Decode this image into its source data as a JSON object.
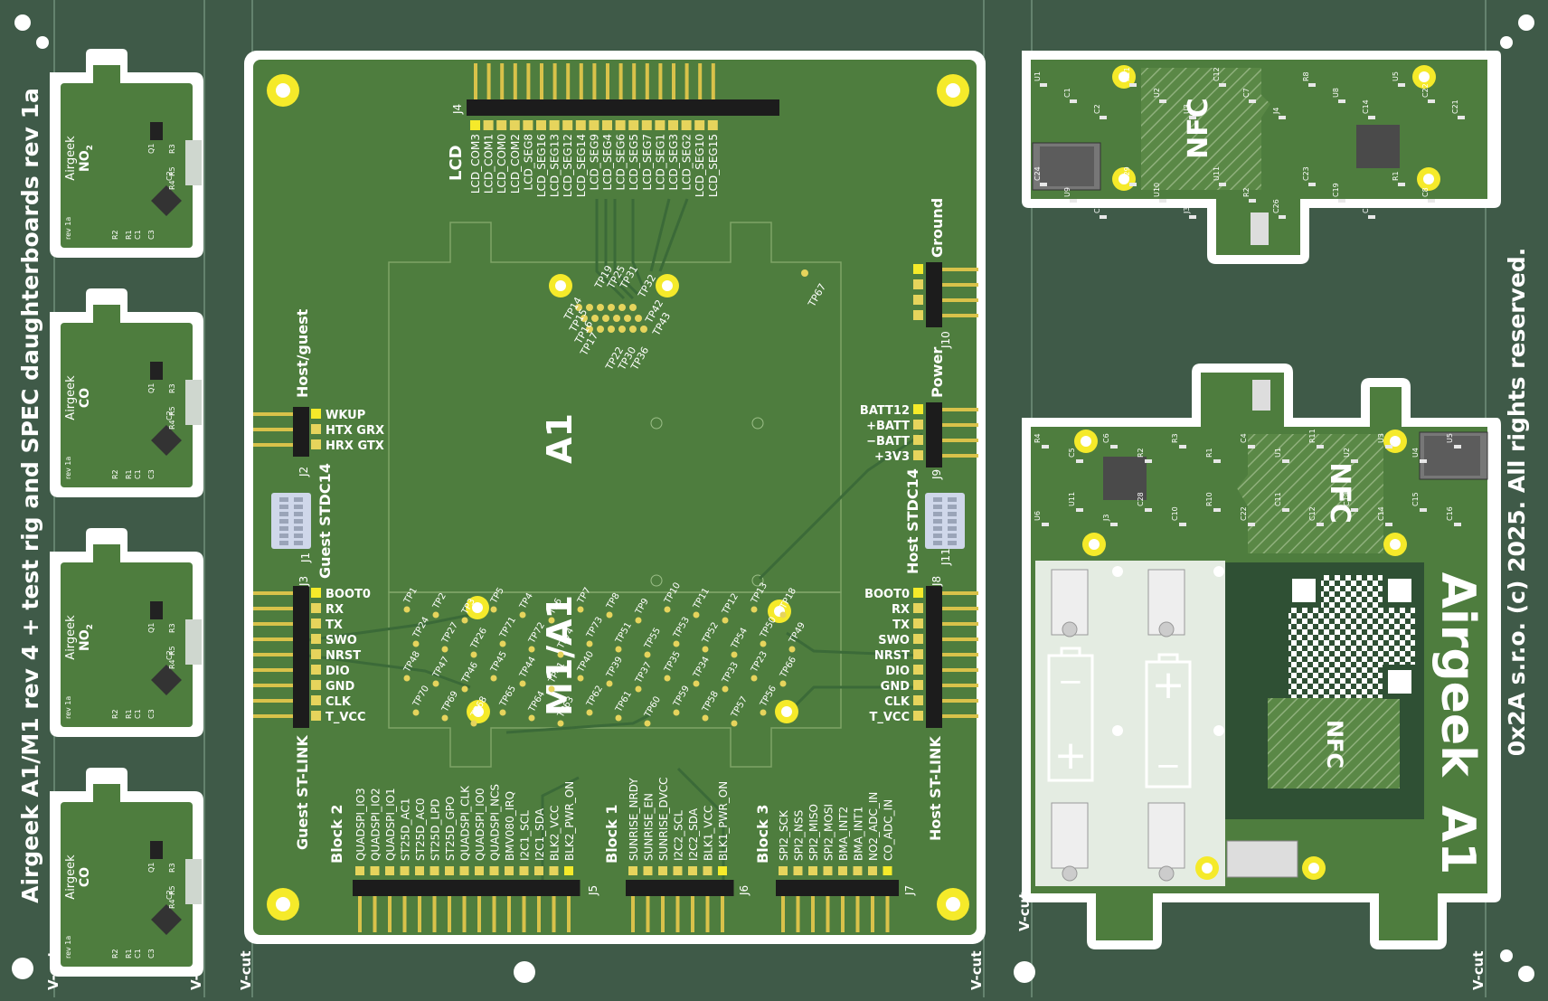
{
  "colors": {
    "panel": "#3f5a48",
    "board": "#4e7d3e",
    "board_dark": "#2f5034",
    "silk": "#ffffff",
    "gold": "#d9c24a",
    "via_yellow": "#f5ea2a",
    "header_black": "#1c1c1c",
    "trace": "#3b6a38"
  },
  "panel": {
    "title": "Airgeek A1/M1 rev 4 + test rig and SPEC daughterboards rev 1a",
    "copyright": "0x2A s.r.o. (c) 2025. All rights reserved.",
    "vcut_label": "V-cut"
  },
  "daughterboards": [
    {
      "brand": "Airgeek",
      "gas": "NO",
      "sub": "2",
      "rev": "rev 1a",
      "labels": [
        "Q1",
        "R3",
        "R5",
        "R4",
        "R2",
        "R1",
        "C1",
        "C2",
        "C3"
      ]
    },
    {
      "brand": "Airgeek",
      "gas": "CO",
      "sub": "",
      "rev": "rev 1a",
      "labels": [
        "Q1",
        "R3",
        "R5",
        "R4",
        "R2",
        "R1",
        "C1",
        "C2",
        "C3"
      ]
    },
    {
      "brand": "Airgeek",
      "gas": "NO",
      "sub": "2",
      "rev": "rev 1a",
      "labels": [
        "Q1",
        "R3",
        "R5",
        "R4",
        "R2",
        "R1",
        "C1",
        "C2",
        "C3"
      ]
    },
    {
      "brand": "Airgeek",
      "gas": "CO",
      "sub": "",
      "rev": "rev 1a",
      "labels": [
        "Q1",
        "R3",
        "R5",
        "R4",
        "R2",
        "R1",
        "C1",
        "C2",
        "C3"
      ]
    }
  ],
  "test_rig": {
    "a1_label": "A1",
    "m1a1_label": "M1/A1",
    "lcd": {
      "title": "LCD",
      "ref": "J4",
      "pins": [
        "LCD_COM3",
        "LCD_COM1",
        "LCD_COM0",
        "LCD_COM2",
        "LCD_SEG8",
        "LCD_SEG16",
        "LCD_SEG13",
        "LCD_SEG12",
        "LCD_SEG14",
        "LCD_SEG9",
        "LCD_SEG4",
        "LCD_SEG6",
        "LCD_SEG5",
        "LCD_SEG7",
        "LCD_SEG1",
        "LCD_SEG3",
        "LCD_SEG2",
        "LCD_SEG10",
        "LCD_SEG15"
      ]
    },
    "ground": {
      "title": "Ground",
      "ref": "J10"
    },
    "power": {
      "title": "Power",
      "ref": "J9",
      "pins": [
        "BATT12",
        "+BATT",
        "−BATT",
        "+3V3"
      ]
    },
    "host_guest": {
      "title": "Host/guest",
      "ref": "J2",
      "pins": [
        "WKUP",
        "HTX GRX",
        "HRX GTX"
      ]
    },
    "guest_stdc14": {
      "title": "Guest STDC14",
      "ref": "J1"
    },
    "host_stdc14": {
      "title": "Host STDC14",
      "ref": "J11"
    },
    "guest_stlink": {
      "title": "Guest ST-LINK",
      "ref": "J3",
      "pins": [
        "BOOT0",
        "RX",
        "TX",
        "SWO",
        "NRST",
        "DIO",
        "GND",
        "CLK",
        "T_VCC"
      ]
    },
    "host_stlink": {
      "title": "Host ST-LINK",
      "ref": "J8",
      "pins": [
        "BOOT0",
        "RX",
        "TX",
        "SWO",
        "NRST",
        "DIO",
        "GND",
        "CLK",
        "T_VCC"
      ]
    },
    "block2": {
      "title": "Block 2",
      "ref": "J5",
      "pins": [
        "QUADSPI_IO3",
        "QUADSPI_IO2",
        "QUADSPI_IO1",
        "ST25D_AC1",
        "ST25D_AC0",
        "ST25D_LPD",
        "ST25D_GPO",
        "QUADSPI_CLK",
        "QUADSPI_IO0",
        "QUADSPI_NCS",
        "BMV080_IRQ",
        "I2C1_SCL",
        "I2C1_SDA",
        "BLK2_VCC",
        "BLK2_PWR_ON"
      ]
    },
    "block1": {
      "title": "Block 1",
      "ref": "J6",
      "pins": [
        "SUNRISE_NRDY",
        "SUNRISE_EN",
        "SUNRISE_DVCC",
        "I2C2_SCL",
        "I2C2_SDA",
        "BLK1_VCC",
        "BLK1_PWR_ON"
      ]
    },
    "block3": {
      "title": "Block 3",
      "ref": "J7",
      "pins": [
        "SPI2_SCK",
        "SPI2_NSS",
        "SPI2_MISO",
        "SPI2_MOSI",
        "BMA_INT2",
        "BMA_INT1",
        "NO2_ADC_IN",
        "CO_ADC_IN"
      ]
    },
    "testpoints_top": [
      "TP14",
      "TP15",
      "TP16",
      "TP17",
      "TP19",
      "TP25",
      "TP31",
      "TP22",
      "TP30",
      "TP36",
      "TP32",
      "TP42",
      "TP43",
      "TP67"
    ],
    "testpoints_bottom": [
      "TP1",
      "TP2",
      "TP3",
      "TP5",
      "TP4",
      "TP6",
      "TP7",
      "TP8",
      "TP9",
      "TP10",
      "TP11",
      "TP12",
      "TP13",
      "TP18",
      "TP24",
      "TP27",
      "TP26",
      "TP71",
      "TP72",
      "TP74",
      "TP73",
      "TP51",
      "TP55",
      "TP53",
      "TP52",
      "TP54",
      "TP50",
      "TP49",
      "TP48",
      "TP47",
      "TP46",
      "TP45",
      "TP44",
      "TP41",
      "TP40",
      "TP39",
      "TP37",
      "TP35",
      "TP34",
      "TP33",
      "TP23",
      "TP66",
      "TP70",
      "TP69",
      "TP68",
      "TP65",
      "TP64",
      "TP63",
      "TP62",
      "TP61",
      "TP60",
      "TP59",
      "TP58",
      "TP57",
      "TP56"
    ]
  },
  "nfc_board_top": {
    "nfc_label": "NFC",
    "refs": [
      "U1",
      "C1",
      "C2",
      "R11",
      "U2",
      "U3",
      "C12",
      "C7",
      "J4",
      "R8",
      "U8",
      "C14",
      "U5",
      "C22",
      "C21",
      "C24",
      "U9",
      "C28",
      "C29",
      "U10",
      "J3",
      "U11",
      "R2",
      "C26",
      "C23",
      "C19",
      "C9",
      "R1",
      "C8"
    ]
  },
  "main_board": {
    "brand": "Airgeek",
    "model": "A1",
    "nfc_label": "NFC",
    "nfc_label_2": "NFC",
    "battery_minus": "−",
    "battery_plus": "+",
    "refs": [
      "R4",
      "C5",
      "C6",
      "R2",
      "R3",
      "R1",
      "C4",
      "U1",
      "R11",
      "U2",
      "U3",
      "U4",
      "U5",
      "U6",
      "U11",
      "J3",
      "C28",
      "C10",
      "R10",
      "C22",
      "C11",
      "C12",
      "C13",
      "C14",
      "C15",
      "C16"
    ]
  }
}
